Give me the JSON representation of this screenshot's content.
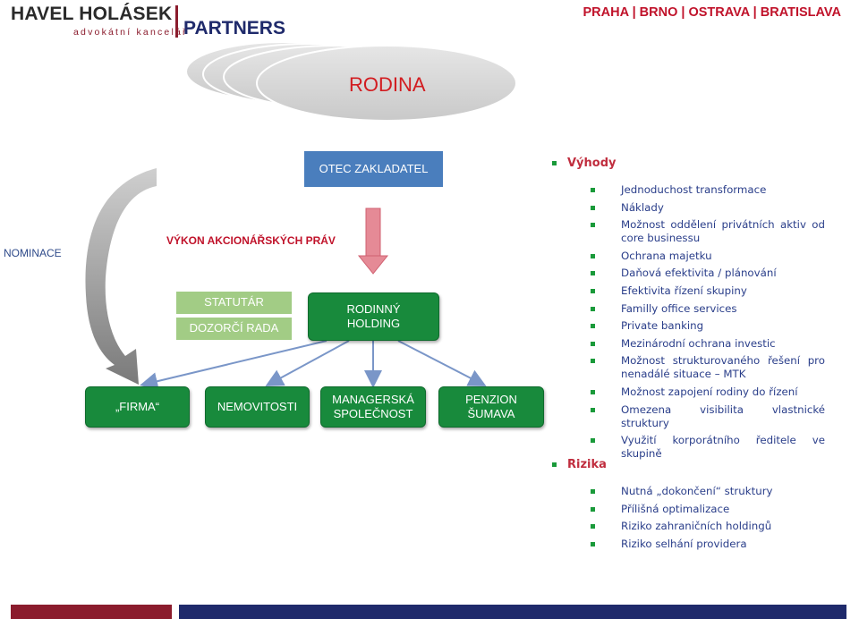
{
  "header": {
    "logo_main": "HAVEL HOLÁSEK",
    "logo_sub": "advokátní kancelář",
    "logo_partners": "PARTNERS",
    "cities": "PRAHA | BRNO | OSTRAVA | BRATISLAVA"
  },
  "diagram": {
    "rodina": "RODINA",
    "otec": "OTEC ZAKLADATEL",
    "nominace": "NOMINACE",
    "vykon": "VÝKON AKCIONÁŘSKÝCH PRÁV",
    "statutar": "STATUTÁR",
    "dozorci": "DOZORČÍ RADA",
    "holding_line1": "RODINNÝ",
    "holding_line2": "HOLDING",
    "firma": "„FIRMA“",
    "nemovitosti": "NEMOVITOSTI",
    "managerska_line1": "MANAGERSKÁ",
    "managerska_line2": "SPOLEČNOST",
    "penzion_line1": "PENZION",
    "penzion_line2": "ŠUMAVA"
  },
  "vyhody": {
    "title": "Výhody",
    "items": [
      "Jednoduchost transformace",
      "Náklady",
      "Možnost oddělení privátních aktiv od core businessu",
      "Ochrana majetku",
      "Daňová efektivita / plánování",
      "Efektivita řízení skupiny",
      "Familly office services",
      "Private banking",
      "Mezinárodní ochrana investic",
      "Možnost strukturovaného řešení pro nenadálé situace – MTK",
      "Možnost zapojení rodiny do řízení",
      "Omezena visibilita vlastnické struktury",
      "Využití korporátního ředitele ve skupině"
    ]
  },
  "rizika": {
    "title": "Rizika",
    "items": [
      "Nutná „dokončení“ struktury",
      "Přílišná optimalizace",
      "Riziko zahraničních holdingů",
      "Riziko selhání providera"
    ]
  },
  "colors": {
    "brand_red": "#c0122a",
    "brand_navy": "#1f2a6b",
    "box_green": "#188a3c",
    "box_blue": "#4a7ebd",
    "light_green": "#a2cc85",
    "list_blue": "#2a3e8a"
  }
}
